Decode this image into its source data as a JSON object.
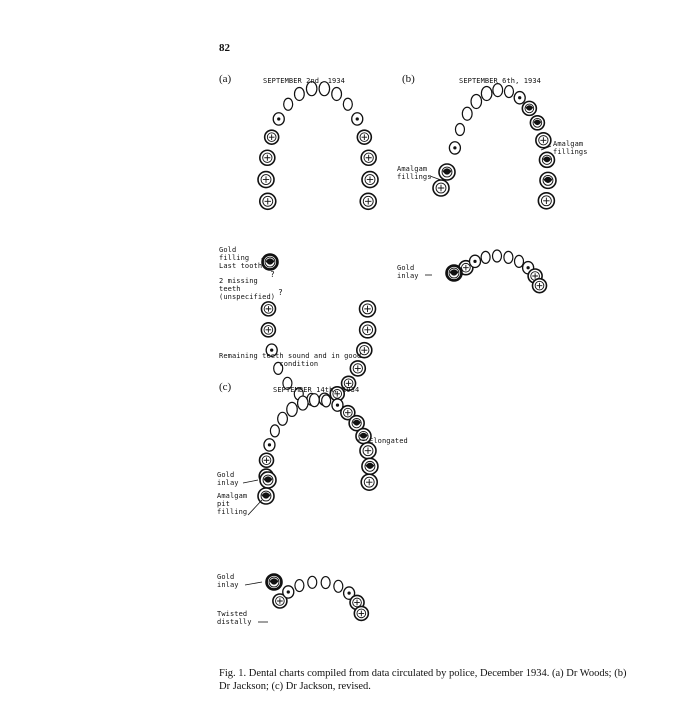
{
  "page_number": "82",
  "panel_a": {
    "label": "(a)",
    "date": "SEPTEMBER 2nd, 1934",
    "gold_filling": "Gold\nfilling\nLast tooth",
    "missing": "2 missing\nteeth\n(unspecified)",
    "q1": "?",
    "q2": "?",
    "note": "Remaining teeth sound and in good\n              condition"
  },
  "panel_b": {
    "label": "(b)",
    "date": "SEPTEMBER 6th, 1934",
    "amalgam_right": "Amalgam\nfillings",
    "amalgam_left": "Amalgam\nfillings",
    "gold_inlay": "Gold\ninlay"
  },
  "panel_c": {
    "label": "(c)",
    "date": "SEPTEMBER 14th, 1934",
    "elongated": "Elongated",
    "gold_inlay_upper": "Gold\ninlay",
    "amalgam_pit": "Amalgam\npit\nfilling",
    "gold_inlay_lower": "Gold\ninlay",
    "twisted": "Twisted\ndistally"
  },
  "caption": "Fig. 1. Dental charts compiled from data circulated by police, December 1934. (a) Dr Woods; (b) Dr Jackson; (c) Dr Jackson, revised."
}
